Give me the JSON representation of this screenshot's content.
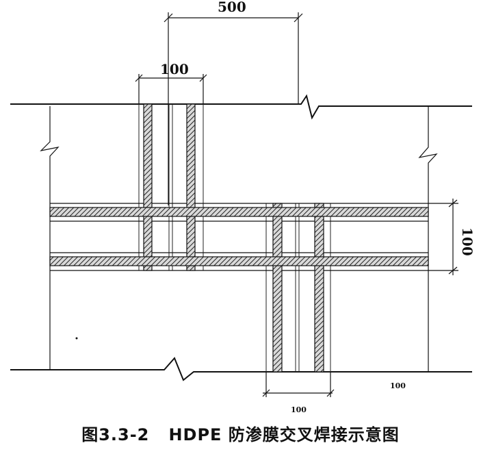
{
  "dimensions": {
    "top_overall": "500",
    "top_pair": "100",
    "right_vertical": "100",
    "bottom_pair": "100",
    "bottom_right_note": "100"
  },
  "caption": {
    "figure_number": "图3.3-2",
    "title": "HDPE 防渗膜交叉焊接示意图"
  }
}
